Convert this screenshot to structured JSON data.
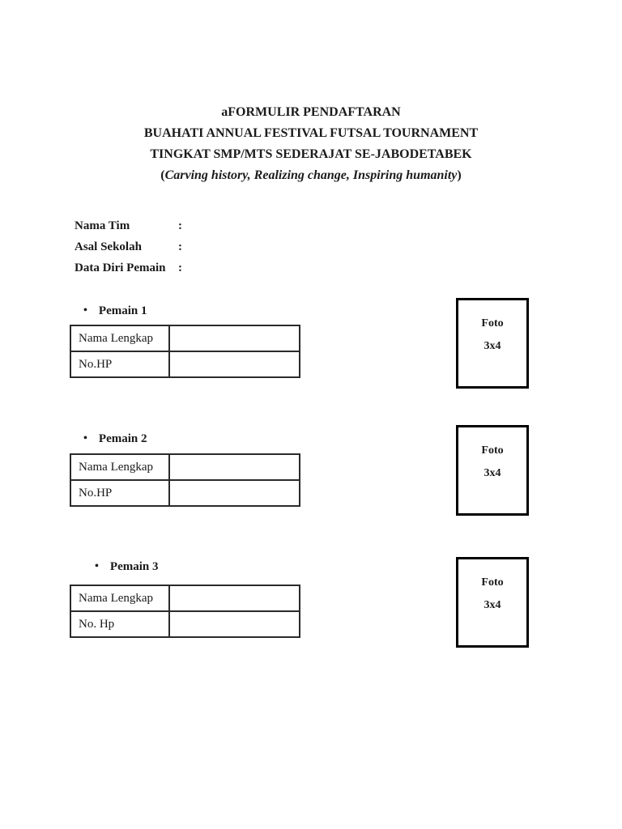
{
  "document": {
    "header": {
      "line1": "aFORMULIR PENDAFTARAN",
      "line2": "BUAHATI ANNUAL FESTIVAL FUTSAL TOURNAMENT",
      "line3": "TINGKAT SMP/MTS SEDERAJAT SE-JABODETABEK",
      "tagline_prefix": "(",
      "tagline": "Carving history, Realizing change, Inspiring humanity",
      "tagline_suffix": ")"
    },
    "fields": [
      {
        "label": "Nama Tim",
        "colon": ":",
        "value": ""
      },
      {
        "label": "Asal Sekolah",
        "colon": ":",
        "value": ""
      },
      {
        "label": "Data Diri Pemain",
        "colon": ":",
        "value": ""
      }
    ],
    "players": [
      {
        "bullet": "•",
        "title": "Pemain 1",
        "table": {
          "rows": [
            {
              "label": "Nama Lengkap",
              "value": ""
            },
            {
              "label": "No.HP",
              "value": ""
            }
          ]
        },
        "photo": {
          "line1": "Foto",
          "line2": "3x4"
        }
      },
      {
        "bullet": "•",
        "title": "Pemain 2",
        "table": {
          "rows": [
            {
              "label": "Nama Lengkap",
              "value": ""
            },
            {
              "label": "No.HP",
              "value": ""
            }
          ]
        },
        "photo": {
          "line1": "Foto",
          "line2": "3x4"
        }
      },
      {
        "bullet": "•",
        "title": "Pemain 3",
        "table": {
          "rows": [
            {
              "label": "Nama Lengkap",
              "value": ""
            },
            {
              "label": "No. Hp",
              "value": ""
            }
          ]
        },
        "photo": {
          "line1": "Foto",
          "line2": "3x4"
        }
      }
    ],
    "colors": {
      "text": "#1b1b1b",
      "table_border": "#2a2a2a",
      "photo_border": "#000000",
      "page_background": "#ffffff"
    }
  }
}
